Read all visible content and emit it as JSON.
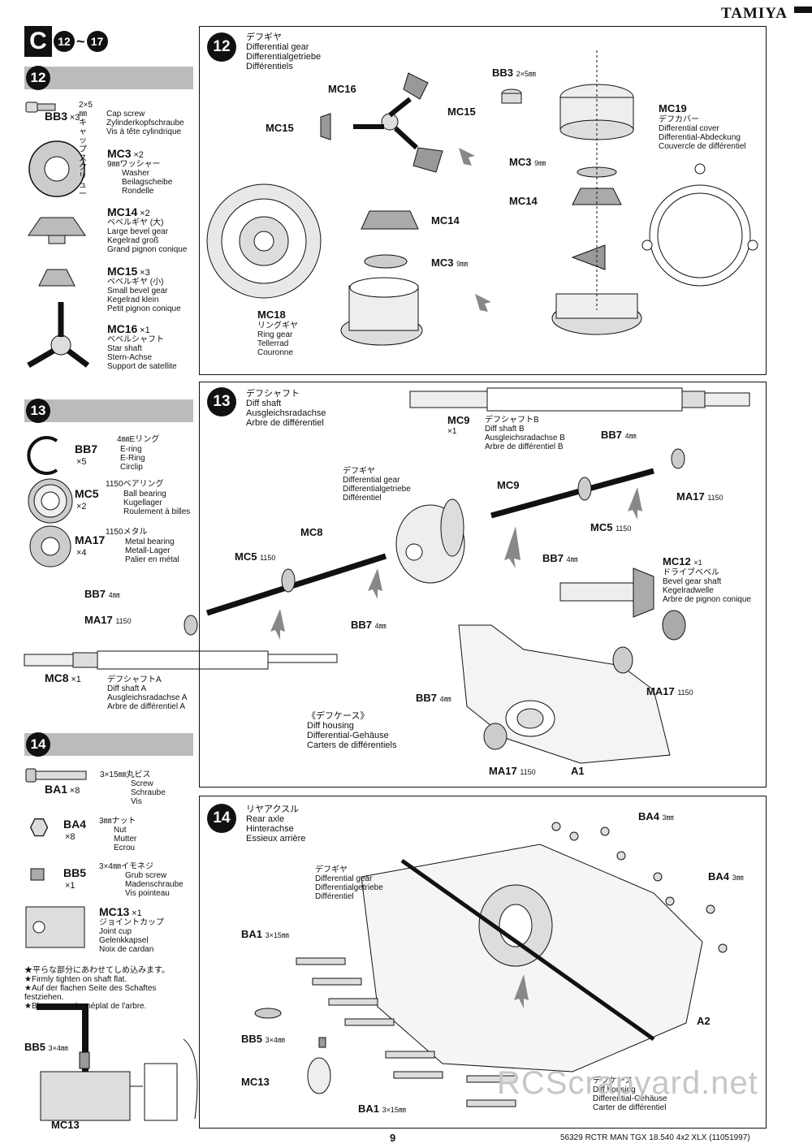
{
  "brand": "TAMIYA",
  "section_badge": {
    "letter": "C",
    "from": "12",
    "sep": "~",
    "to": "17"
  },
  "sections": {
    "s12": {
      "num": "12"
    },
    "s13": {
      "num": "13"
    },
    "s14": {
      "num": "14"
    }
  },
  "parts12": [
    {
      "code": "BB3",
      "qty": "×3",
      "jp": "2×5㎜キャップスクリュー",
      "en": "Cap screw",
      "de": "Zylinderkopfschraube",
      "fr": "Vis à tête cylindrique"
    },
    {
      "code": "MC3",
      "qty": "×2",
      "jp": "9㎜ワッシャー",
      "en": "Washer",
      "de": "Beilagscheibe",
      "fr": "Rondelle"
    },
    {
      "code": "MC14",
      "qty": "×2",
      "jp": "ベベルギヤ (大)",
      "en": "Large bevel gear",
      "de": "Kegelrad groß",
      "fr": "Grand pignon conique"
    },
    {
      "code": "MC15",
      "qty": "×3",
      "jp": "ベベルギヤ (小)",
      "en": "Small bevel gear",
      "de": "Kegelrad klein",
      "fr": "Petit pignon conique"
    },
    {
      "code": "MC16",
      "qty": "×1",
      "jp": "ベベルシャフト",
      "en": "Star shaft",
      "de": "Stern-Achse",
      "fr": "Support de satellite"
    }
  ],
  "parts13": [
    {
      "code": "BB7",
      "qty": "×5",
      "jp": "4㎜Eリング",
      "en": "E-ring",
      "de": "E-Ring",
      "fr": "Circlip"
    },
    {
      "code": "MC5",
      "qty": "×2",
      "jp": "1150ベアリング",
      "en": "Ball bearing",
      "de": "Kugellager",
      "fr": "Roulement à billes"
    },
    {
      "code": "MA17",
      "qty": "×4",
      "jp": "1150メタル",
      "en": "Metal bearing",
      "de": "Metall-Lager",
      "fr": "Palier en métal"
    }
  ],
  "parts14": [
    {
      "code": "BA1",
      "qty": "×8",
      "jp": "3×15㎜丸ビス",
      "en": "Screw",
      "de": "Schraube",
      "fr": "Vis"
    },
    {
      "code": "BA4",
      "qty": "×8",
      "jp": "3㎜ナット",
      "en": "Nut",
      "de": "Mutter",
      "fr": "Ecrou"
    },
    {
      "code": "BB5",
      "qty": "×1",
      "jp": "3×4㎜イモネジ",
      "en": "Grub screw",
      "de": "Madenschraube",
      "fr": "Vis pointeau"
    },
    {
      "code": "MC13",
      "qty": "×1",
      "jp": "ジョイントカップ",
      "en": "Joint cup",
      "de": "Gelenkkapsel",
      "fr": "Noix de cardan"
    }
  ],
  "notes": [
    "★平らな部分にあわせてしめ込みます。",
    "★Firmly tighten on shaft flat.",
    "★Auf der flachen Seite des Schaftes festziehen.",
    "★Bloquer sur le méplat de l'arbre."
  ],
  "side_labels": {
    "bb5": "BB5",
    "bb5_size": "3×4㎜",
    "mc13": "MC13"
  },
  "step12": {
    "num": "12",
    "title": [
      "デフギヤ",
      "Differential gear",
      "Differentialgetriebe",
      "Différentiels"
    ],
    "labels": {
      "mc16": "MC16",
      "mc15a": "MC15",
      "mc15b": "MC15",
      "bb3": "BB3",
      "bb3_size": "2×5㎜",
      "mc14a": "MC14",
      "mc3a": "MC3",
      "mc3a_size": "9㎜",
      "mc18": "MC18",
      "mc19": "MC19",
      "mc3b": "MC3",
      "mc3b_size": "9㎜",
      "mc14b": "MC14"
    },
    "mc18_desc": [
      "リングギヤ",
      "Ring gear",
      "Tellerrad",
      "Couronne"
    ],
    "mc19_desc": [
      "デフカバー",
      "Differential cover",
      "Differential-Abdeckung",
      "Couvercle de différentiel"
    ]
  },
  "step13": {
    "num": "13",
    "title": [
      "デフシャフト",
      "Diff shaft",
      "Ausgleichsradachse",
      "Arbre de différentiel"
    ],
    "mc9": {
      "code": "MC9",
      "qty": "×1",
      "desc": [
        "デフシャフトB",
        "Diff shaft B",
        "Ausgleichsradachse B",
        "Arbre de différentiel B"
      ]
    },
    "mc8": {
      "code": "MC8",
      "qty": "×1",
      "desc": [
        "デフシャフトA",
        "Diff shaft A",
        "Ausgleichsradachse A",
        "Arbre de différentiel A"
      ]
    },
    "mc12": {
      "code": "MC12",
      "qty": "×1",
      "desc": [
        "ドライブベベル",
        "Bevel gear shaft",
        "Kegelradwelle",
        "Arbre de pignon conique"
      ]
    },
    "diffgear_desc": [
      "デフギヤ",
      "Differential gear",
      "Differentialgetriebe",
      "Différentiel"
    ],
    "housing_desc": [
      "《デフケース》",
      "Diff housing",
      "Differential-Gehäuse",
      "Carters de différentiels"
    ],
    "labels": {
      "bb7_tr": "BB7",
      "bb7_tr_size": "4㎜",
      "ma17_r": "MA17",
      "ma17_r_size": "1150",
      "mc9_mid": "MC9",
      "mc5_r": "MC5",
      "mc5_r_size": "1150",
      "bb7_mid": "BB7",
      "bb7_mid_size": "4㎜",
      "mc8_mid": "MC8",
      "mc5_l": "MC5",
      "mc5_l_size": "1150",
      "bb7_l": "BB7",
      "bb7_l_size": "4㎜",
      "ma17_l": "MA17",
      "ma17_l_size": "1150",
      "bb7_b": "BB7",
      "bb7_b_size": "4㎜",
      "ma17_r2": "MA17",
      "ma17_r2_size": "1150",
      "bb7_h": "BB7",
      "bb7_h_size": "4㎜",
      "ma17_h": "MA17",
      "ma17_h_size": "1150",
      "a1": "A1"
    }
  },
  "step14": {
    "num": "14",
    "title": [
      "リヤアクスル",
      "Rear axle",
      "Hinterachse",
      "Essieux arrière"
    ],
    "diffgear_desc": [
      "デフギヤ",
      "Differential gear",
      "Differentialgetriebe",
      "Différentiel"
    ],
    "housing_desc": [
      "デフケース",
      "Diff housing",
      "Differential-Gehäuse",
      "Carter de différentiel"
    ],
    "labels": {
      "ba4_a": "BA4",
      "ba4_a_size": "3㎜",
      "ba4_b": "BA4",
      "ba4_b_size": "3㎜",
      "ba1_a": "BA1",
      "ba1_a_size": "3×15㎜",
      "ba1_b": "BA1",
      "ba1_b_size": "3×15㎜",
      "bb5": "BB5",
      "bb5_size": "3×4㎜",
      "mc13": "MC13",
      "a2": "A2"
    }
  },
  "page_number": "9",
  "footer": "56329 RCTR MAN TGX 18.540 4x2 XLX (11051997)",
  "watermark": "RCScrapyard.net"
}
